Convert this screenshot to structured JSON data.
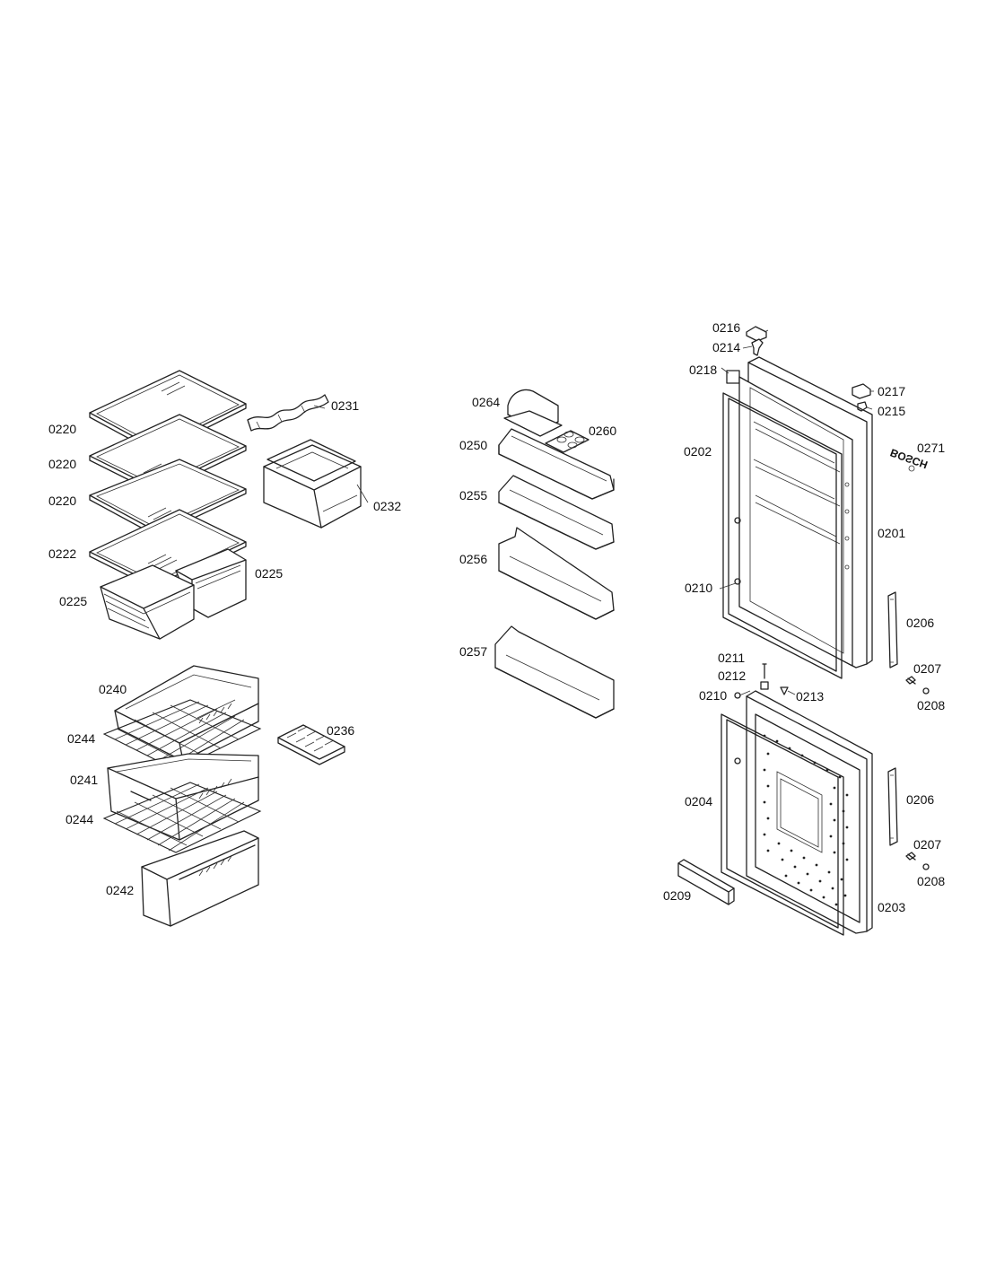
{
  "labels": {
    "p0220a": "0220",
    "p0220b": "0220",
    "p0220c": "0220",
    "p0222": "0222",
    "p0225a": "0225",
    "p0225b": "0225",
    "p0231": "0231",
    "p0232": "0232",
    "p0240": "0240",
    "p0244a": "0244",
    "p0241": "0241",
    "p0244b": "0244",
    "p0242": "0242",
    "p0236": "0236",
    "p0264": "0264",
    "p0260": "0260",
    "p0250": "0250",
    "p0255": "0255",
    "p0256": "0256",
    "p0257": "0257",
    "p0216": "0216",
    "p0214": "0214",
    "p0218": "0218",
    "p0217": "0217",
    "p0215": "0215",
    "p0202": "0202",
    "p0271": "0271",
    "p0201": "0201",
    "p0210a": "0210",
    "p0206a": "0206",
    "p0211": "0211",
    "p0212": "0212",
    "p0210b": "0210",
    "p0213": "0213",
    "p0207a": "0207",
    "p0208a": "0208",
    "p0204": "0204",
    "p0206b": "0206",
    "p0207b": "0207",
    "p0208b": "0208",
    "p0209": "0209",
    "p0203": "0203"
  },
  "brand_logo": "BOSCH"
}
